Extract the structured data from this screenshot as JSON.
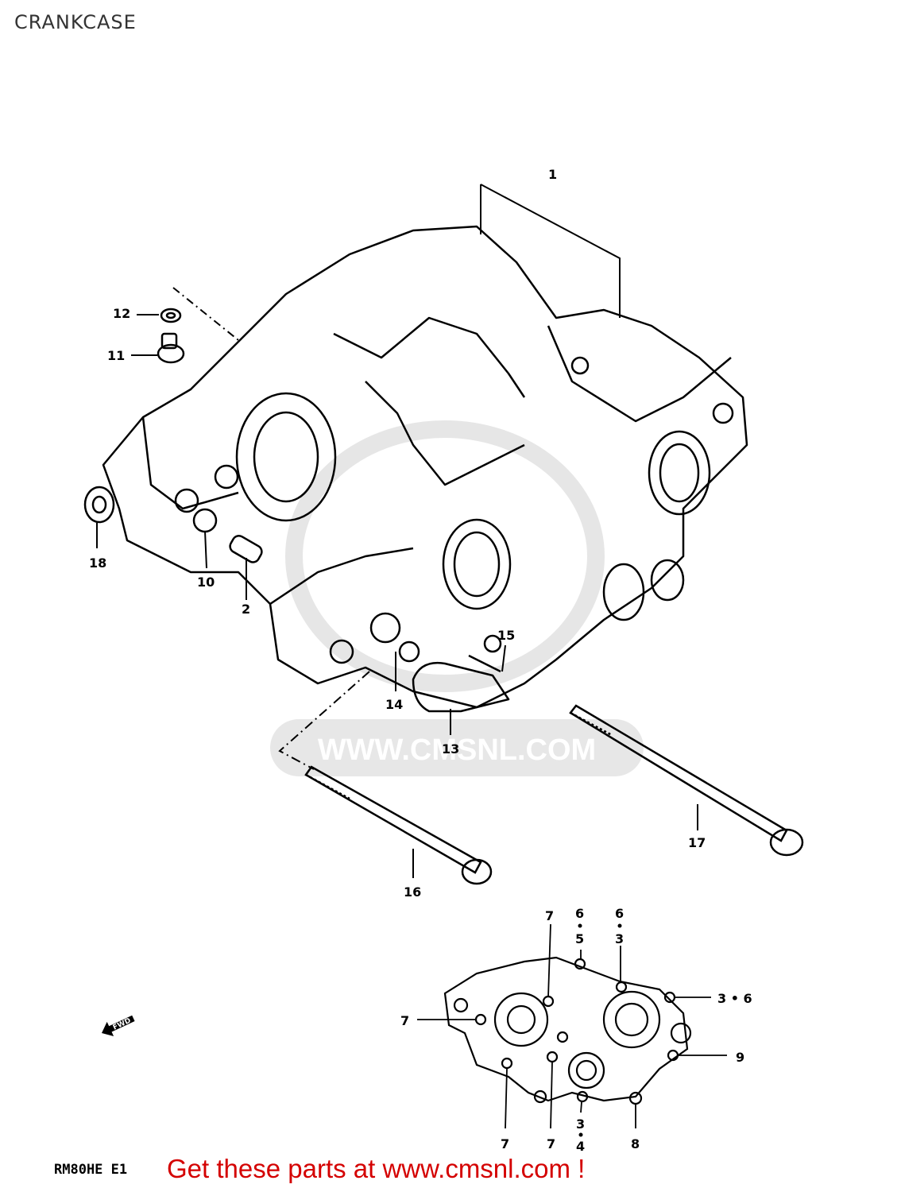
{
  "header": {
    "title": "CRANKCASE"
  },
  "watermark": {
    "text": "WWW.CMSNL.COM"
  },
  "callouts": [
    {
      "id": "1",
      "label": "1"
    },
    {
      "id": "2",
      "label": "2"
    },
    {
      "id": "10",
      "label": "10"
    },
    {
      "id": "11",
      "label": "11"
    },
    {
      "id": "12",
      "label": "12"
    },
    {
      "id": "13",
      "label": "13"
    },
    {
      "id": "14",
      "label": "14"
    },
    {
      "id": "15",
      "label": "15"
    },
    {
      "id": "16",
      "label": "16"
    },
    {
      "id": "17",
      "label": "17"
    },
    {
      "id": "18",
      "label": "18"
    }
  ],
  "inset_callouts": {
    "c7a": "7",
    "c6a": "6",
    "c5": "5",
    "c6b": "6",
    "c3a": "3",
    "c36": "3 • 6",
    "c7b": "7",
    "c9": "9",
    "c7c": "7",
    "c7d": "7",
    "c3b": "3",
    "c4": "4",
    "c8": "8"
  },
  "footer": {
    "model_code": "RM80HE E1",
    "promo": "Get these parts at www.cmsnl.com !"
  },
  "colors": {
    "promo": "#d40000",
    "watermark": "#d9d9d9",
    "lines": "#000000"
  },
  "icons": {
    "fwd_arrow": "forward-direction-arrow-icon"
  }
}
